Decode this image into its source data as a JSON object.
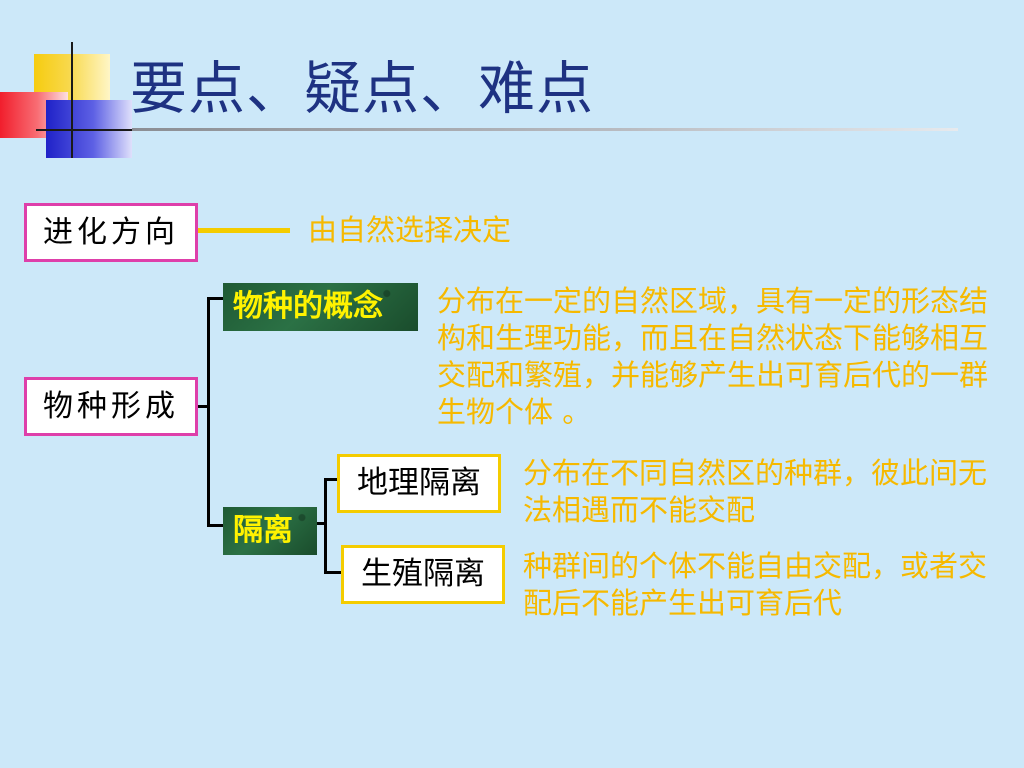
{
  "title": "要点、疑点、难点",
  "evolution": {
    "label": "进化方向",
    "description": "由自然选择决定"
  },
  "speciation": {
    "label": "物种形成",
    "concept": {
      "label": "物种的概念",
      "description": "分布在一定的自然区域，具有一定的形态结构和生理功能，而且在自然状态下能够相互交配和繁殖，并能够产生出可育后代的一群生物个体 。"
    },
    "isolation": {
      "label": "隔离",
      "geographic": {
        "label": "地理隔离",
        "description": "分布在不同自然区的种群，彼此间无法相遇而不能交配"
      },
      "reproductive": {
        "label": "生殖隔离",
        "description": "种群间的个体不能自由交配，或者交配后不能产生出可育后代"
      }
    }
  },
  "colors": {
    "background": "#cce8f9",
    "title": "#1e3282",
    "pink_border": "#de3faa",
    "yellow_border": "#f4cc00",
    "description_text": "#f6b900",
    "green_tile_text": "#fff200"
  }
}
